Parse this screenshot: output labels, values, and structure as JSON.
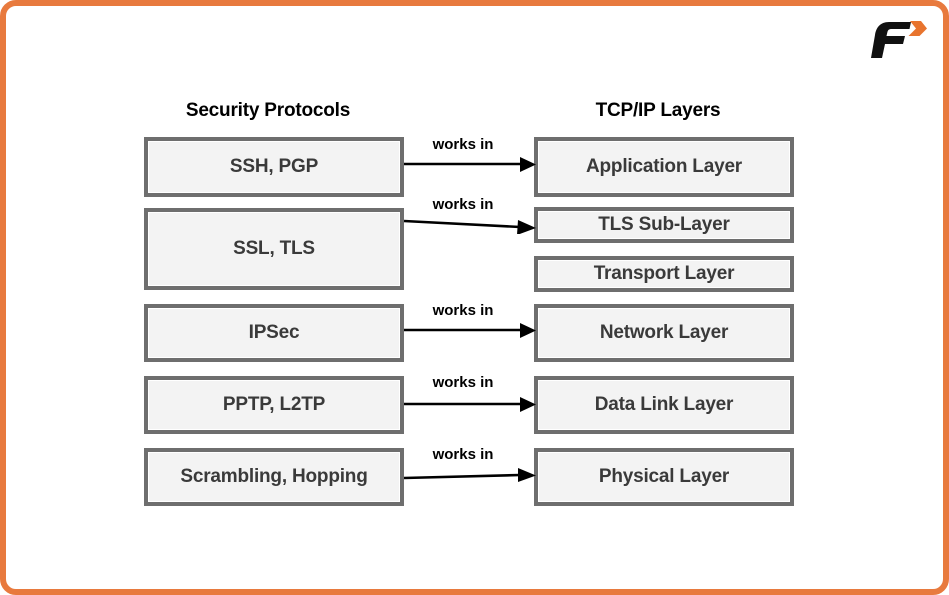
{
  "page": {
    "border_color": "#e87a3e",
    "background": "#ffffff"
  },
  "logo": {
    "name": "brand-logo-f-arrow",
    "letter": "F",
    "letter_color": "#111111",
    "accent_color": "#e8742e"
  },
  "diagram": {
    "columns": {
      "left_header": "Security Protocols",
      "right_header": "TCP/IP Layers"
    },
    "security_protocols": [
      {
        "id": "ssh-pgp",
        "label": "SSH, PGP"
      },
      {
        "id": "ssl-tls",
        "label": "SSL, TLS"
      },
      {
        "id": "ipsec",
        "label": "IPSec"
      },
      {
        "id": "pptp-l2tp",
        "label": "PPTP, L2TP"
      },
      {
        "id": "scrambling-hopping",
        "label": "Scrambling, Hopping"
      }
    ],
    "tcpip_layers": [
      {
        "id": "application-layer",
        "label": "Application Layer"
      },
      {
        "id": "tls-sub-layer",
        "label": "TLS Sub-Layer"
      },
      {
        "id": "transport-layer",
        "label": "Transport Layer"
      },
      {
        "id": "network-layer",
        "label": "Network Layer"
      },
      {
        "id": "data-link-layer",
        "label": "Data Link Layer"
      },
      {
        "id": "physical-layer",
        "label": "Physical Layer"
      }
    ],
    "connectors": [
      {
        "id": "ssh-pgp-to-application",
        "label": "works in",
        "from": "SSH, PGP",
        "to": "Application Layer"
      },
      {
        "id": "ssl-tls-to-tls-sub",
        "label": "works in",
        "from": "SSL, TLS",
        "to": "TLS Sub-Layer"
      },
      {
        "id": "ipsec-to-network",
        "label": "works in",
        "from": "IPSec",
        "to": "Network Layer"
      },
      {
        "id": "pptp-l2tp-to-data-link",
        "label": "works in",
        "from": "PPTP, L2TP",
        "to": "Data Link Layer"
      },
      {
        "id": "scrambling-hopping-to-physical",
        "label": "works in",
        "from": "Scrambling, Hopping",
        "to": "Physical Layer"
      }
    ],
    "box_style": {
      "fill": "#f3f3f3",
      "border": "#6e6e6e",
      "text": "#3a3a3a"
    }
  }
}
